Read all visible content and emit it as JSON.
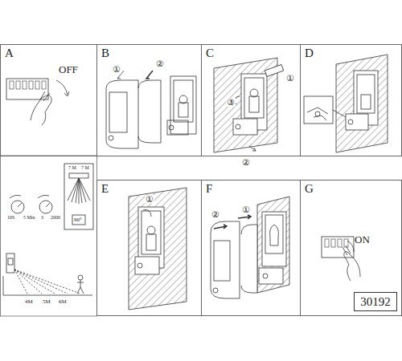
{
  "diagram": {
    "nodes": [
      {
        "text": [
          "A"
        ]
      },
      {
        "text": [
          "B"
        ]
      },
      {
        "text": [
          "C"
        ]
      },
      {
        "text": [
          "D"
        ]
      },
      {
        "text": [
          "E"
        ]
      },
      {
        "text": [
          "F"
        ]
      },
      {
        "text": [
          "G"
        ]
      },
      {
        "text": [
          "30192"
        ],
        "in": 6
      }
    ],
    "labels": [
      "OFF",
      "①",
      "②",
      "①",
      "②",
      "③",
      "7 M",
      "7 M",
      "90°",
      "10S",
      "5 Min",
      "3",
      "2000",
      "4M",
      "5M",
      "6M",
      "①",
      "②",
      "①",
      "ON"
    ]
  }
}
